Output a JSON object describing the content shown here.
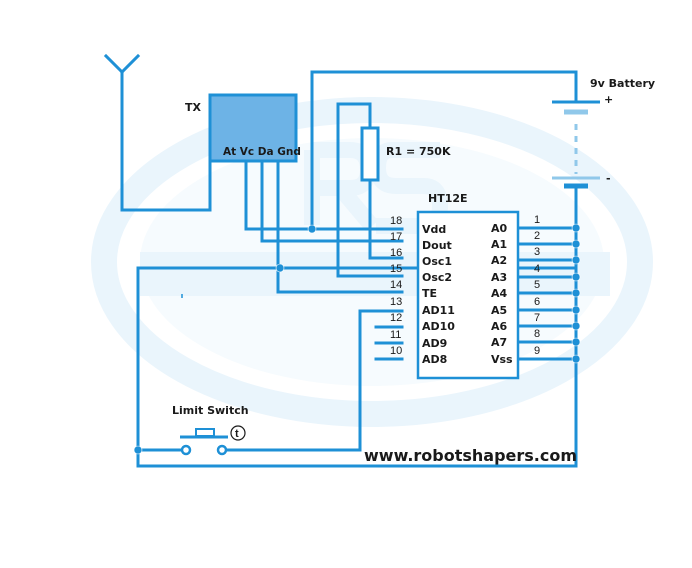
{
  "diagram": {
    "battery_label": "9v Battery",
    "battery_plus": "+",
    "battery_minus": "-",
    "tx_label": "TX",
    "tx_pins": "At Vc Da Gnd",
    "resistor_label": "R1 = 750K",
    "ic_label": "HT12E",
    "left_pins": [
      {
        "num": "18",
        "name": "Vdd"
      },
      {
        "num": "17",
        "name": "Dout"
      },
      {
        "num": "16",
        "name": "Osc1"
      },
      {
        "num": "15",
        "name": "Osc2"
      },
      {
        "num": "14",
        "name": "TE"
      },
      {
        "num": "13",
        "name": "AD11"
      },
      {
        "num": "12",
        "name": "AD10"
      },
      {
        "num": "11",
        "name": "AD9"
      },
      {
        "num": "10",
        "name": "AD8"
      }
    ],
    "right_pins": [
      {
        "num": "1",
        "name": "A0"
      },
      {
        "num": "2",
        "name": "A1"
      },
      {
        "num": "3",
        "name": "A2"
      },
      {
        "num": "4",
        "name": "A3"
      },
      {
        "num": "5",
        "name": "A4"
      },
      {
        "num": "6",
        "name": "A5"
      },
      {
        "num": "7",
        "name": "A6"
      },
      {
        "num": "8",
        "name": "A7"
      },
      {
        "num": "9",
        "name": "Vss"
      }
    ],
    "switch_label": "Limit Switch",
    "switch_symbol": "t",
    "website": "www.robotshapers.com",
    "colors": {
      "wire": "#1e90d6",
      "tx_fill": "#6db3e6",
      "watermark": "#eaf5fc"
    }
  }
}
